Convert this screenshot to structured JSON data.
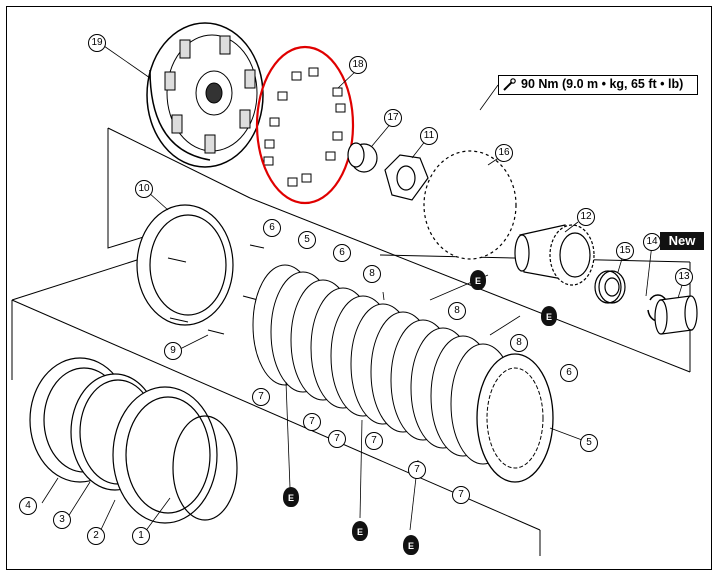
{
  "torque_spec": {
    "text": "90 Nm (9.0 m • kg, 65 ft • lb)",
    "icon": "wrench-icon"
  },
  "new_badge": "New",
  "oil_symbol": "E",
  "callouts": {
    "c19": "19",
    "c18": "18",
    "c17": "17",
    "c11": "11",
    "c16": "16",
    "c10": "10",
    "c6a": "6",
    "c5a": "5",
    "c6b": "6",
    "c8a": "8",
    "c12": "12",
    "c14": "14",
    "c15": "15",
    "c13": "13",
    "c9": "9",
    "c8b": "8",
    "c8c": "8",
    "c6c": "6",
    "c7a": "7",
    "c7b": "7",
    "c7c": "7",
    "c7d": "7",
    "c7e": "7",
    "c7f": "7",
    "c5b": "5",
    "c4": "4",
    "c3": "3",
    "c2": "2",
    "c1": "1"
  },
  "highlight_color": "#e00000"
}
